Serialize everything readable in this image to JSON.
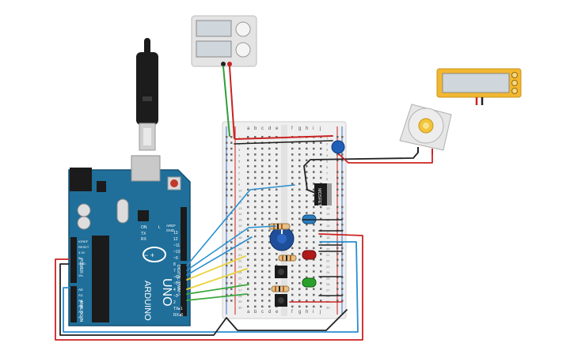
{
  "arduino": {
    "brand": "ARDUINO",
    "model": "UNO",
    "digital_header": "DIGITAL (PWM~)",
    "power_header": "POWER",
    "analog_header": "ANALOG IN",
    "on_label": "ON",
    "tx_label": "TX",
    "rx_label": "RX",
    "l_label": "L",
    "aref_label": "AREF",
    "gnd_label": "GND",
    "ioref_label": "IOREF",
    "reset_label": "RESET",
    "v33_label": "3.3V",
    "v5_label": "5V",
    "vin_label": "Vin",
    "gnd_power_label": "GND",
    "digital_pins": [
      "13",
      "12",
      "~11",
      "~10",
      "~9",
      "8",
      "7",
      "~6",
      "~5",
      "4",
      "~3",
      "2",
      "TX▸1",
      "RX◂0"
    ],
    "analog_pins": [
      "A0",
      "A1",
      "A2",
      "A3",
      "A4",
      "A5"
    ]
  },
  "breadboard": {
    "columns_left": [
      "a",
      "b",
      "c",
      "d",
      "e"
    ],
    "columns_right": [
      "f",
      "g",
      "h",
      "i",
      "j"
    ],
    "row_numbers": [
      "1",
      "2",
      "3",
      "4",
      "5",
      "6",
      "7",
      "8",
      "9",
      "10",
      "11",
      "12",
      "13",
      "14",
      "15",
      "16",
      "17",
      "18",
      "19",
      "20",
      "21",
      "22",
      "23",
      "24",
      "25",
      "26",
      "27",
      "28",
      "29",
      "30"
    ]
  },
  "mosfet": {
    "label": "MOSFET"
  },
  "colors": {
    "arduino_board": "#1f6f9a",
    "breadboard": "#efefef",
    "wire_red": "#cc2222",
    "wire_black": "#222222",
    "wire_blue": "#2a8fd0",
    "wire_yellow": "#e8d23a",
    "wire_green": "#3aa83a",
    "meter_body": "#f2b731",
    "led_blue": "#2a7fc0",
    "led_red": "#b01a1a",
    "led_green": "#2aa02a"
  }
}
